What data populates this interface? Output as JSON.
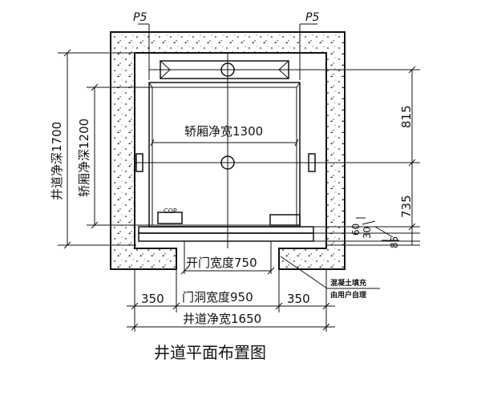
{
  "title": "井道平面布置图",
  "labels": {
    "p5_left": "P5",
    "p5_right": "P5",
    "car_width": "轿厢净宽1300",
    "shaft_depth": "井道净深1700",
    "car_depth": "轿厢净深1200",
    "door_open_width": "开门宽度750",
    "door_hole_width": "门洞宽度950",
    "shaft_width": "井道净宽1650",
    "left_350": "350",
    "right_350": "350",
    "dim_815": "815",
    "dim_735": "735",
    "dim_60": "60",
    "dim_30": "30",
    "dim_85": "85",
    "cop": "COP",
    "note_line1": "混凝土填充",
    "note_line2": "由用户自理"
  }
}
